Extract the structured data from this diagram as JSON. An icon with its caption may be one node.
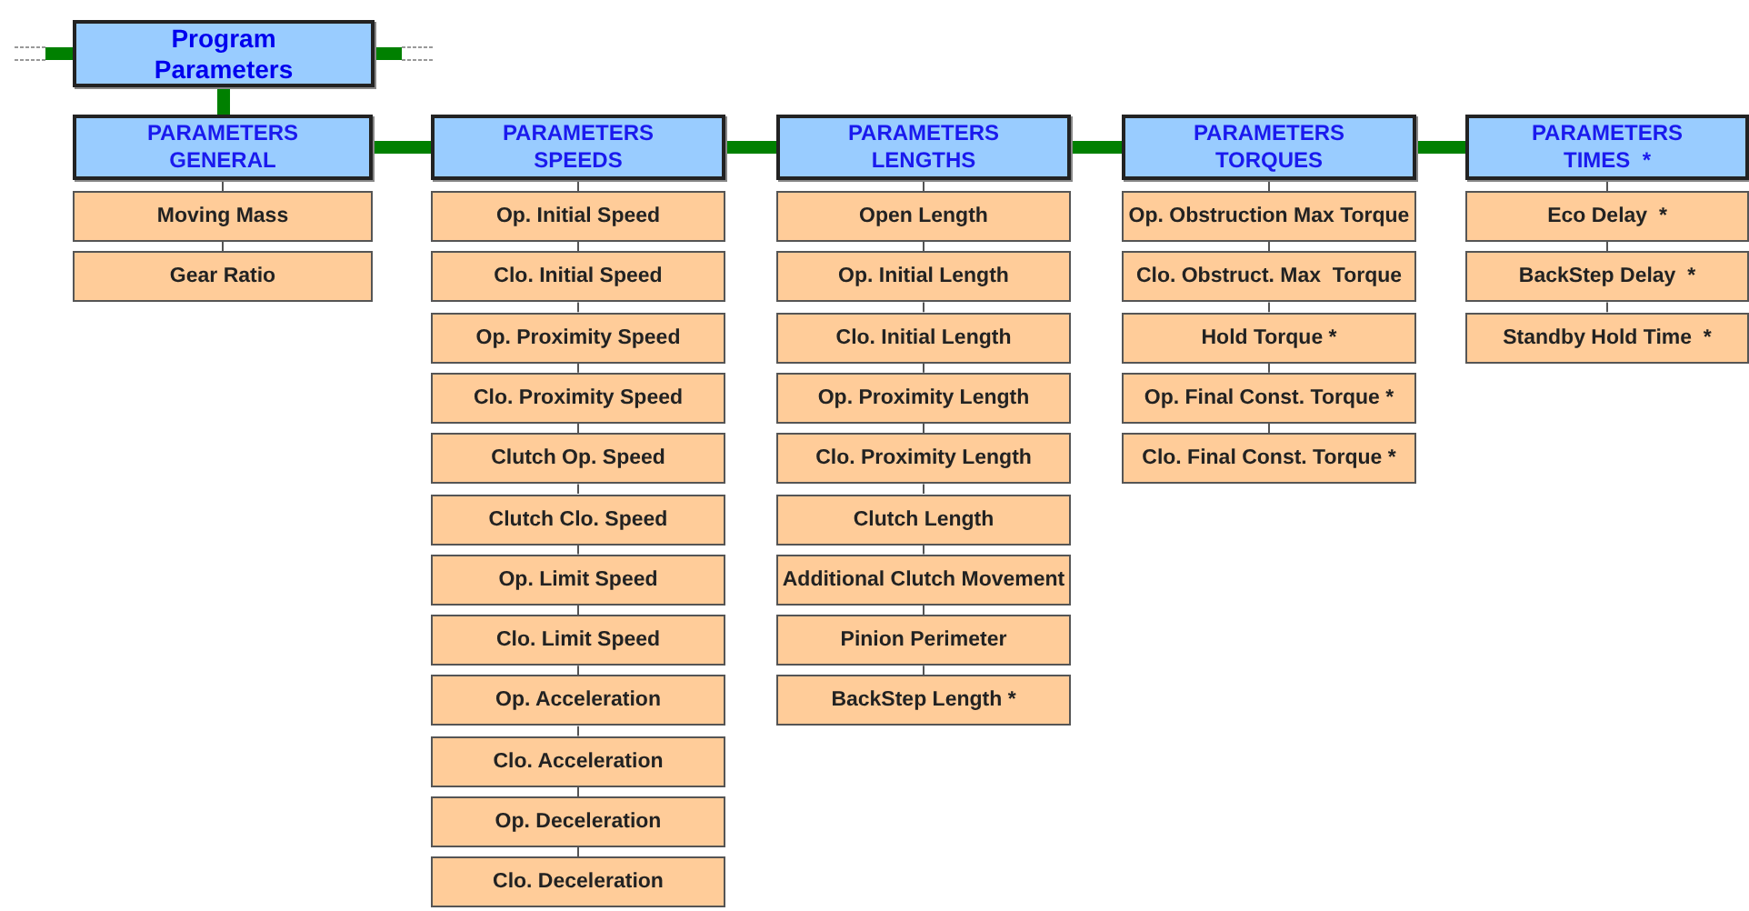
{
  "diagram": {
    "nodes": [
      {
        "text": [
          "Program Parameters"
        ]
      },
      {
        "text": [
          "PARAMETERS GENERAL"
        ]
      },
      {
        "text": [
          "Moving Mass"
        ]
      },
      {
        "text": [
          "Gear Ratio"
        ]
      },
      {
        "text": [
          "PARAMETERS SPEEDS"
        ]
      },
      {
        "text": [
          "Op. Initial Speed"
        ]
      },
      {
        "text": [
          "Clo. Initial Speed"
        ]
      },
      {
        "text": [
          "Op. Proximity Speed"
        ]
      },
      {
        "text": [
          "Clo. Proximity Speed"
        ]
      },
      {
        "text": [
          "Clutch Op. Speed"
        ]
      },
      {
        "text": [
          "Clutch Clo. Speed"
        ]
      },
      {
        "text": [
          "Op. Limit Speed"
        ]
      },
      {
        "text": [
          "Clo. Limit Speed"
        ]
      },
      {
        "text": [
          "Op. Acceleration"
        ]
      },
      {
        "text": [
          "Clo. Acceleration"
        ]
      },
      {
        "text": [
          "Op. Deceleration"
        ]
      },
      {
        "text": [
          "Clo. Deceleration"
        ]
      },
      {
        "text": [
          "PARAMETERS LENGTHS"
        ]
      },
      {
        "text": [
          "Open Length"
        ]
      },
      {
        "text": [
          "Op. Initial Length"
        ]
      },
      {
        "text": [
          "Clo. Initial Length"
        ]
      },
      {
        "text": [
          "Op. Proximity Length"
        ]
      },
      {
        "text": [
          "Clo. Proximity Length"
        ]
      },
      {
        "text": [
          "Clutch Length"
        ]
      },
      {
        "text": [
          "Additional Clutch Movement"
        ]
      },
      {
        "text": [
          "Pinion Perimeter"
        ]
      },
      {
        "text": [
          "BackStep Length *"
        ]
      },
      {
        "text": [
          "PARAMETERS TORQUES"
        ]
      },
      {
        "text": [
          "Op. Obstruction Max Torque"
        ]
      },
      {
        "text": [
          "Clo. Obstruct. Max  Torque"
        ]
      },
      {
        "text": [
          "Hold Torque *"
        ]
      },
      {
        "text": [
          "Op. Final Const. Torque *"
        ]
      },
      {
        "text": [
          "Clo. Final Const. Torque *"
        ]
      },
      {
        "text": [
          "PARAMETERS TIMES  *"
        ]
      },
      {
        "text": [
          "Eco Delay  *"
        ]
      },
      {
        "text": [
          "BackStep Delay  *"
        ]
      },
      {
        "text": [
          "Standby Hold Time  *"
        ]
      }
    ],
    "edges": [
      {
        "from": 0,
        "to": null,
        "arrow": "none",
        "style": "thick",
        "color": "#008000"
      },
      {
        "from": 0,
        "to": null,
        "arrow": "none",
        "style": "thick",
        "color": "#008000"
      },
      {
        "from": 0,
        "to": 1,
        "arrow": "none",
        "style": "thick",
        "color": "#008000"
      },
      {
        "from": 1,
        "to": 4,
        "arrow": "none",
        "style": "thick",
        "color": "#008000"
      },
      {
        "from": 4,
        "to": 17,
        "arrow": "none",
        "style": "thick",
        "color": "#008000"
      },
      {
        "from": 17,
        "to": 27,
        "arrow": "none",
        "style": "thick",
        "color": "#008000"
      },
      {
        "from": 27,
        "to": 33,
        "arrow": "none",
        "style": "thick",
        "color": "#008000"
      },
      {
        "from": 1,
        "to": 2,
        "arrow": "none"
      },
      {
        "from": 2,
        "to": 3,
        "arrow": "none"
      },
      {
        "from": 4,
        "to": 5,
        "arrow": "none"
      },
      {
        "from": 5,
        "to": 6,
        "arrow": "none"
      },
      {
        "from": 6,
        "to": 7,
        "arrow": "none"
      },
      {
        "from": 7,
        "to": 8,
        "arrow": "none"
      },
      {
        "from": 8,
        "to": 9,
        "arrow": "none"
      },
      {
        "from": 9,
        "to": 10,
        "arrow": "none"
      },
      {
        "from": 10,
        "to": 11,
        "arrow": "none"
      },
      {
        "from": 11,
        "to": 12,
        "arrow": "none"
      },
      {
        "from": 12,
        "to": 13,
        "arrow": "none"
      },
      {
        "from": 13,
        "to": 14,
        "arrow": "none"
      },
      {
        "from": 14,
        "to": 15,
        "arrow": "none"
      },
      {
        "from": 15,
        "to": 16,
        "arrow": "none"
      },
      {
        "from": 17,
        "to": 18,
        "arrow": "none"
      },
      {
        "from": 18,
        "to": 19,
        "arrow": "none"
      },
      {
        "from": 19,
        "to": 20,
        "arrow": "none"
      },
      {
        "from": 20,
        "to": 21,
        "arrow": "none"
      },
      {
        "from": 21,
        "to": 22,
        "arrow": "none"
      },
      {
        "from": 22,
        "to": 23,
        "arrow": "none"
      },
      {
        "from": 23,
        "to": 24,
        "arrow": "none"
      },
      {
        "from": 24,
        "to": 25,
        "arrow": "none"
      },
      {
        "from": 25,
        "to": 26,
        "arrow": "none"
      },
      {
        "from": 27,
        "to": 28,
        "arrow": "none"
      },
      {
        "from": 28,
        "to": 29,
        "arrow": "none"
      },
      {
        "from": 29,
        "to": 30,
        "arrow": "none"
      },
      {
        "from": 30,
        "to": 31,
        "arrow": "none"
      },
      {
        "from": 31,
        "to": 32,
        "arrow": "none"
      },
      {
        "from": 33,
        "to": 34,
        "arrow": "none"
      },
      {
        "from": 34,
        "to": 35,
        "arrow": "none"
      },
      {
        "from": 35,
        "to": 36,
        "arrow": "none"
      }
    ]
  }
}
